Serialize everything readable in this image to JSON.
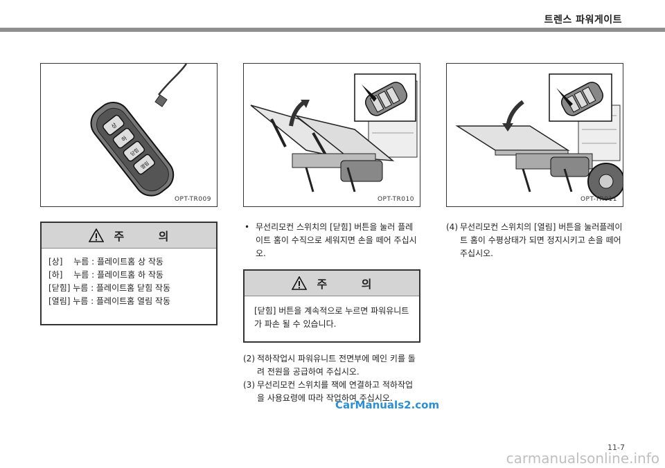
{
  "header": {
    "title": "트렌스 파워게이트"
  },
  "figures": [
    {
      "code": "OPT-TR009",
      "buttons": [
        "상",
        "하",
        "닫힘",
        "열림"
      ]
    },
    {
      "code": "OPT-TR010"
    },
    {
      "code": "OPT-TR011"
    }
  ],
  "caution_left": {
    "title": "주 의",
    "lines": [
      "[상]　 누름 : 플레이트홈 상 작동",
      "[하]　 누름 : 플레이트홈 하 작동",
      "[닫힘] 누름 : 플레이트홈 닫힘 작동",
      "[열림] 누름 : 플레이트홈 열림 작동"
    ]
  },
  "middle": {
    "bullet_marker": "•",
    "bullet_text": "무선리모컨 스위치의 [닫힘] 버튼을 눌러 플레이트 홈이 수직으로 세워지면 손을 떼어 주십시오.",
    "caution": {
      "title": "주 의",
      "text": "[닫힘] 버튼을 계속적으로 누르면 파워유니트가 파손 될 수 있습니다."
    },
    "steps": [
      {
        "marker": "(2)",
        "text": "적하작업시 파워유니트 전면부에 메인 키를 돌려 전원을 공급하여 주십시오."
      },
      {
        "marker": "(3)",
        "text": "무선리모컨 스위치를 잭에 연결하고 적하작업을 사용요령에 따라 작업하여 주십시오."
      }
    ]
  },
  "right": {
    "marker": "(4)",
    "text": "무선리모컨 스위치의 [열림] 버튼을 눌러플레이트 홈이 수평상태가 되면 정지시키고 손을 떼어 주십시오."
  },
  "footer": {
    "page_number": "11-7",
    "watermark_top": "CarManuals2.com",
    "watermark_bottom": "carmanualsonline.info"
  }
}
